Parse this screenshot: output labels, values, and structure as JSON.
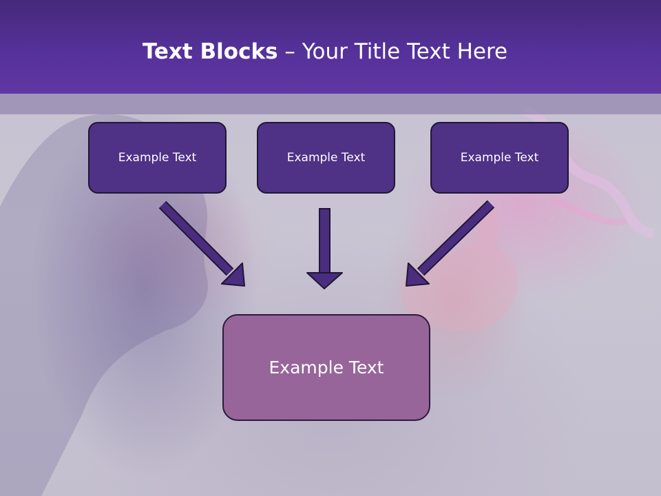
{
  "slide": {
    "title_bold": "Text Blocks",
    "title_separator": " – ",
    "title_rest": "Your Title Text Here"
  },
  "blocks": [
    {
      "label": "Example Text"
    },
    {
      "label": "Example Text"
    },
    {
      "label": "Example Text"
    }
  ],
  "main_block": {
    "label": "Example Text"
  },
  "colors": {
    "header": "#55319a",
    "block_fill": "#4f3186",
    "main_block_fill": "#97659a",
    "arrow_fill": "#4b2d7f"
  }
}
